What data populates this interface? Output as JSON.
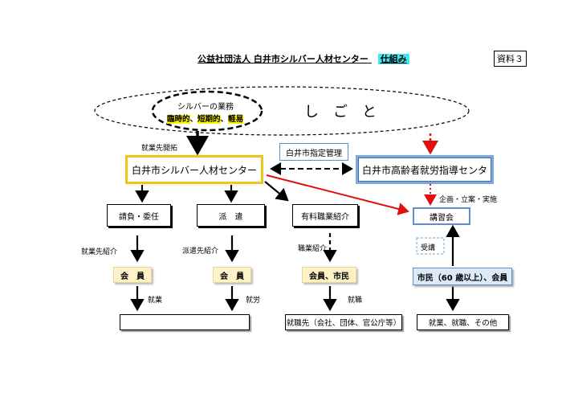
{
  "header": {
    "title_main": "公益社団法人 白井市シルバー人材センター",
    "title_highlight": "仕組み",
    "doc_label": "資料３"
  },
  "work": {
    "label": "し　ご　と",
    "silver_work_title": "シルバーの業務",
    "silver_work_types": [
      "臨時的",
      "短期的",
      "軽易"
    ],
    "separator": "、"
  },
  "center": {
    "name": "白井市シルバー人材センター",
    "job_development": "就業先開拓"
  },
  "city": {
    "designated_label": "白井市指定管理",
    "elderly_center": "白井市高齢者就労指導センタ"
  },
  "branches": {
    "contract": "請負・委任",
    "dispatch": "派　遣",
    "placement": "有料職業紹介",
    "course": "講習会"
  },
  "flow_labels": {
    "job_intro": "就業先紹介",
    "dispatch_intro": "派遣先紹介",
    "placement_intro": "職業紹介",
    "planning": "企画・立案・実施",
    "attend": "受講",
    "work": "就業",
    "labor": "就労",
    "employment": "就職"
  },
  "members": {
    "member1": "会　員",
    "member2": "会　員",
    "member_citizen": "会員、市民",
    "citizen_member": "市民（60 歳以上）、会員"
  },
  "outcomes": {
    "blank": "",
    "employer": "就職先（会社、団体、官公庁等）",
    "other": "就業、就職、その他"
  }
}
